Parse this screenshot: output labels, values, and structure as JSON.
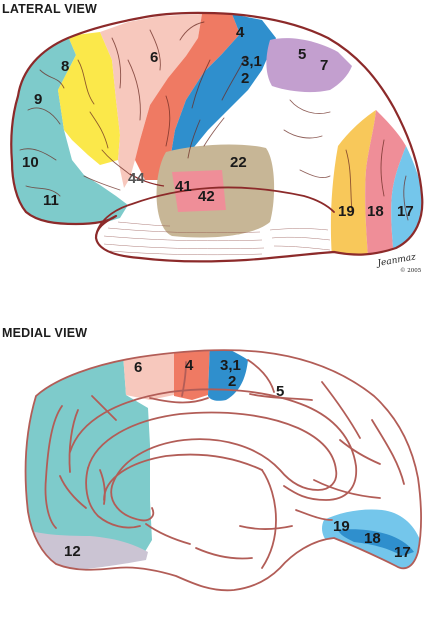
{
  "lateral": {
    "title": "LATERAL VIEW",
    "areas": [
      "4",
      "8",
      "6",
      "3,1",
      "2",
      "5",
      "7",
      "9",
      "10",
      "44",
      "22",
      "41",
      "42",
      "11",
      "19",
      "18",
      "17"
    ],
    "signature": "Jeanmaz",
    "signature_year": "© 2005"
  },
  "medial": {
    "title": "MEDIAL VIEW",
    "areas": [
      "6",
      "4",
      "3,1",
      "2",
      "5",
      "19",
      "18",
      "17",
      "12"
    ]
  },
  "colors": {
    "teal": "#7ecbcb",
    "yellow": "#fbe84a",
    "pink": "#f7c8bd",
    "salmon": "#ef7a63",
    "blue": "#2f8fcd",
    "lilac": "#c39fcf",
    "tan": "#c7b696",
    "rose": "#ef8e98",
    "orange": "#f8c85a",
    "sky": "#74c6eb",
    "grey_lilac": "#cbc4d3",
    "outline": "#8c2a2a"
  }
}
